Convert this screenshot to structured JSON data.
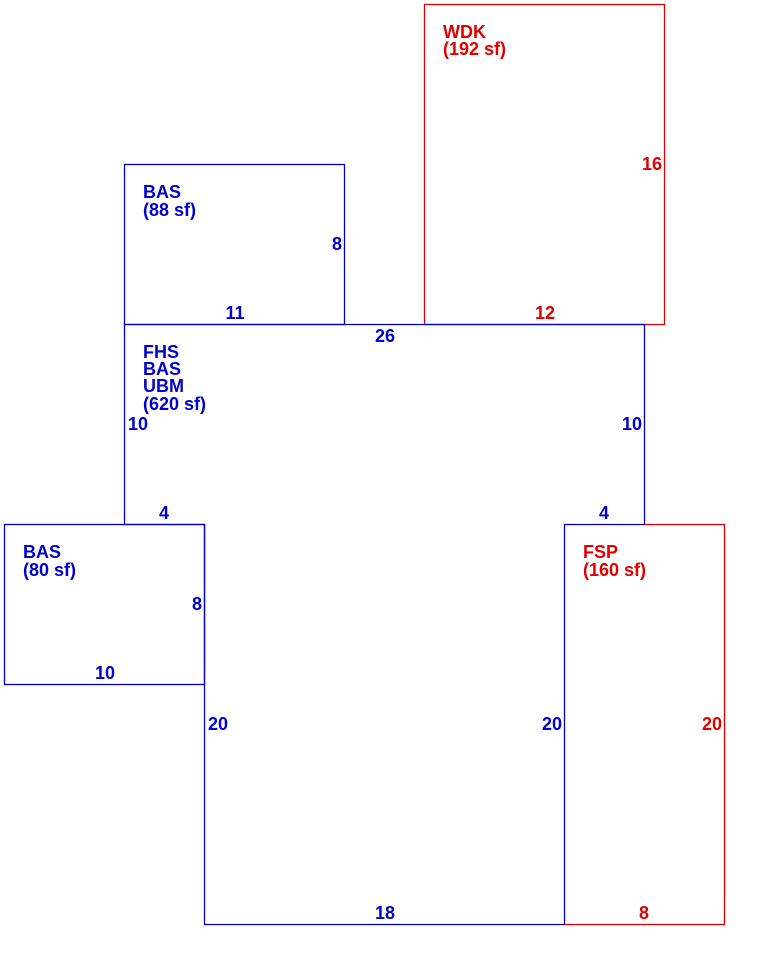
{
  "colors": {
    "living": "#0000cc",
    "exterior": "#e00000"
  },
  "areas": {
    "main": {
      "codes": [
        "FHS",
        "BAS",
        "UBM"
      ],
      "area": "(620 sf)"
    },
    "bas_top": {
      "codes": [
        "BAS"
      ],
      "area": "(88 sf)"
    },
    "bas_left": {
      "codes": [
        "BAS"
      ],
      "area": "(80 sf)"
    },
    "wdk": {
      "codes": [
        "WDK"
      ],
      "area": "(192 sf)"
    },
    "fsp": {
      "codes": [
        "FSP"
      ],
      "area": "(160 sf)"
    }
  },
  "dims": {
    "main_top": "26",
    "main_left": "10",
    "main_right": "10",
    "main_notch_left": "4",
    "main_notch_right": "4",
    "main_lower_left": "20",
    "main_lower_right": "20",
    "main_bottom": "18",
    "bas_top_right": "8",
    "bas_top_bottom": "11",
    "wdk_right": "16",
    "wdk_bottom": "12",
    "bas_left_right": "8",
    "bas_left_bottom": "10",
    "fsp_right": "20",
    "fsp_bottom": "8"
  }
}
